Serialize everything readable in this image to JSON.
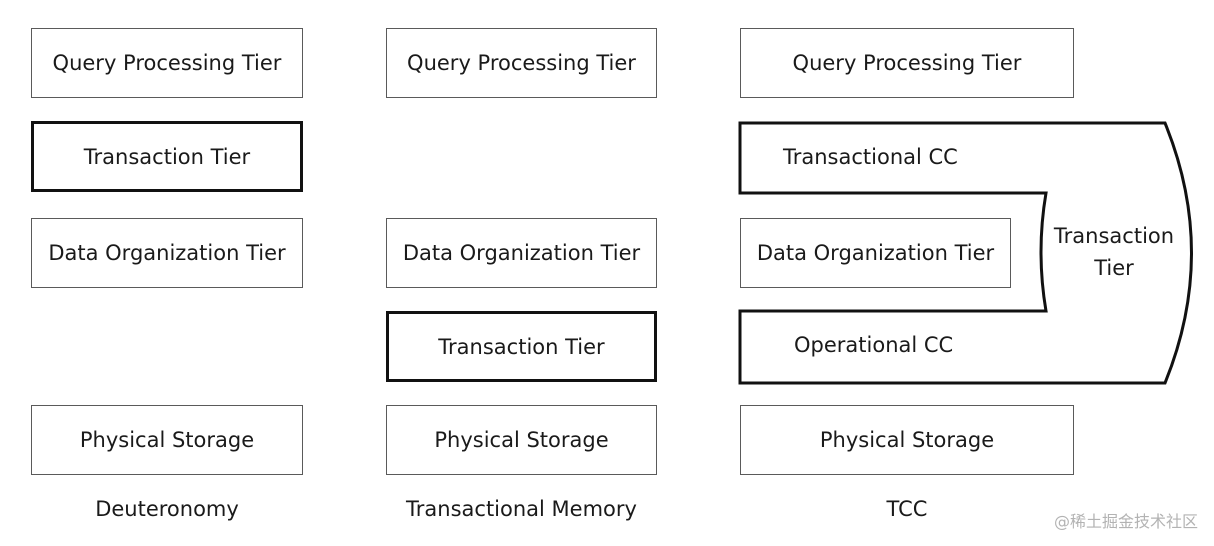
{
  "columns": [
    {
      "caption": "Deuteronomy",
      "tiers": {
        "query": "Query Processing Tier",
        "transaction": "Transaction Tier",
        "data_org": "Data Organization Tier",
        "storage": "Physical Storage"
      }
    },
    {
      "caption": "Transactional Memory",
      "tiers": {
        "query": "Query Processing Tier",
        "data_org": "Data Organization Tier",
        "transaction": "Transaction Tier",
        "storage": "Physical Storage"
      }
    },
    {
      "caption": "TCC",
      "tiers": {
        "query": "Query Processing Tier",
        "transactional_cc": "Transactional CC",
        "data_org": "Data Organization Tier",
        "operational_cc": "Operational CC",
        "transaction_line1": "Transaction",
        "transaction_line2": "Tier",
        "storage": "Physical Storage"
      }
    }
  ],
  "watermark": "@稀土掘金技术社区"
}
